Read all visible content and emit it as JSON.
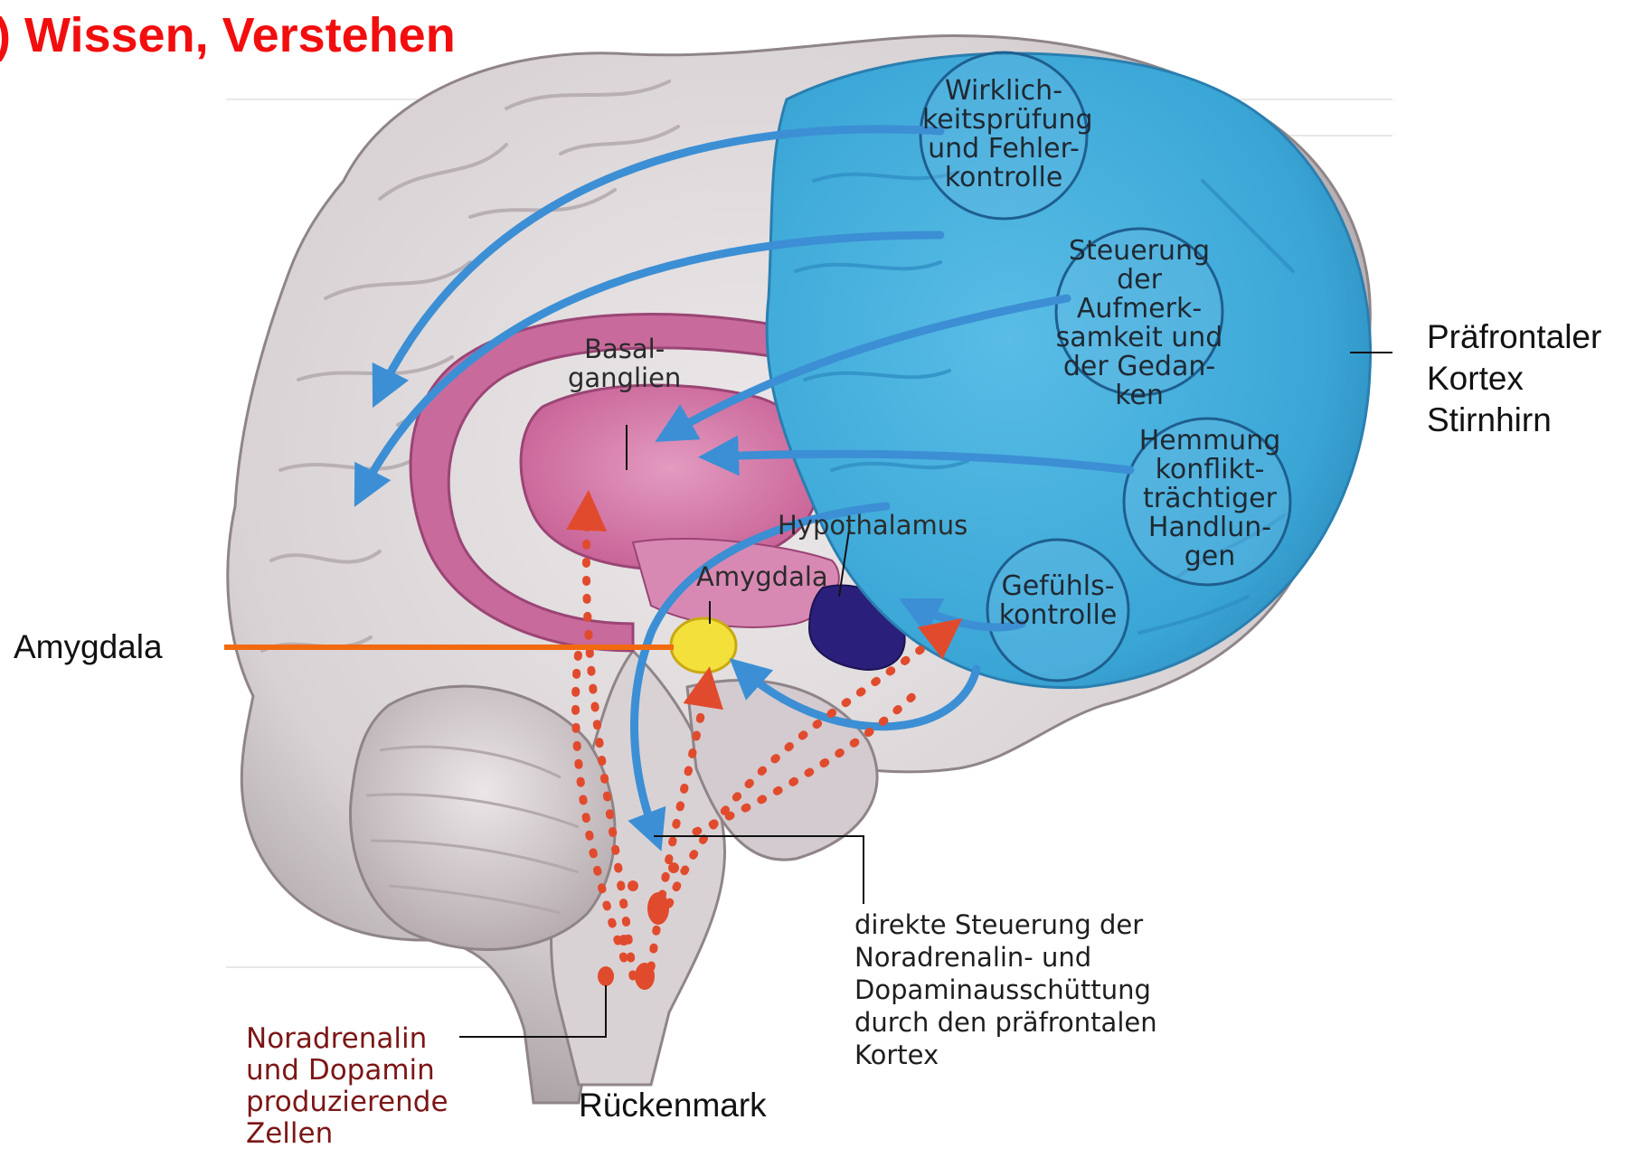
{
  "title": ") Wissen, Verstehen",
  "labels": {
    "pfc": "Präfrontaler\nKortex\nStirnhirn",
    "amygdala_side": "Amygdala",
    "rueckenmark": "Rückenmark",
    "basal": "Basal-\nganglien",
    "hypothalamus": "Hypothalamus",
    "amygdala_inner": "Amygdala",
    "direkte": "direkte Steuerung der\nNoradrenalin- und\nDopaminausschüttung\ndurch den präfrontalen\nKortex",
    "noradrenalin": "Noradrenalin\nund Dopamin\nproduzierende\nZellen"
  },
  "functions": [
    "Wirklich-\nkeitsprüfung\nund Fehler-\nkontrolle",
    "Steuerung\nder Aufmerk-\nsamkeit und\nder Gedan-\nken",
    "Hemmung\nkonflikt-\nträchtiger\nHandlun-\ngen",
    "Gefühls-\nkontrolle"
  ],
  "colors": {
    "title": "#f20e0e",
    "pfc_blue": "#3fa8d8",
    "basal_pink": "#cf6f9f",
    "amygdala_yellow": "#f4e03a",
    "hypothalamus_navy": "#2a1f7a",
    "pointer_orange": "#f26a10",
    "dots_red": "#e04a2e"
  }
}
